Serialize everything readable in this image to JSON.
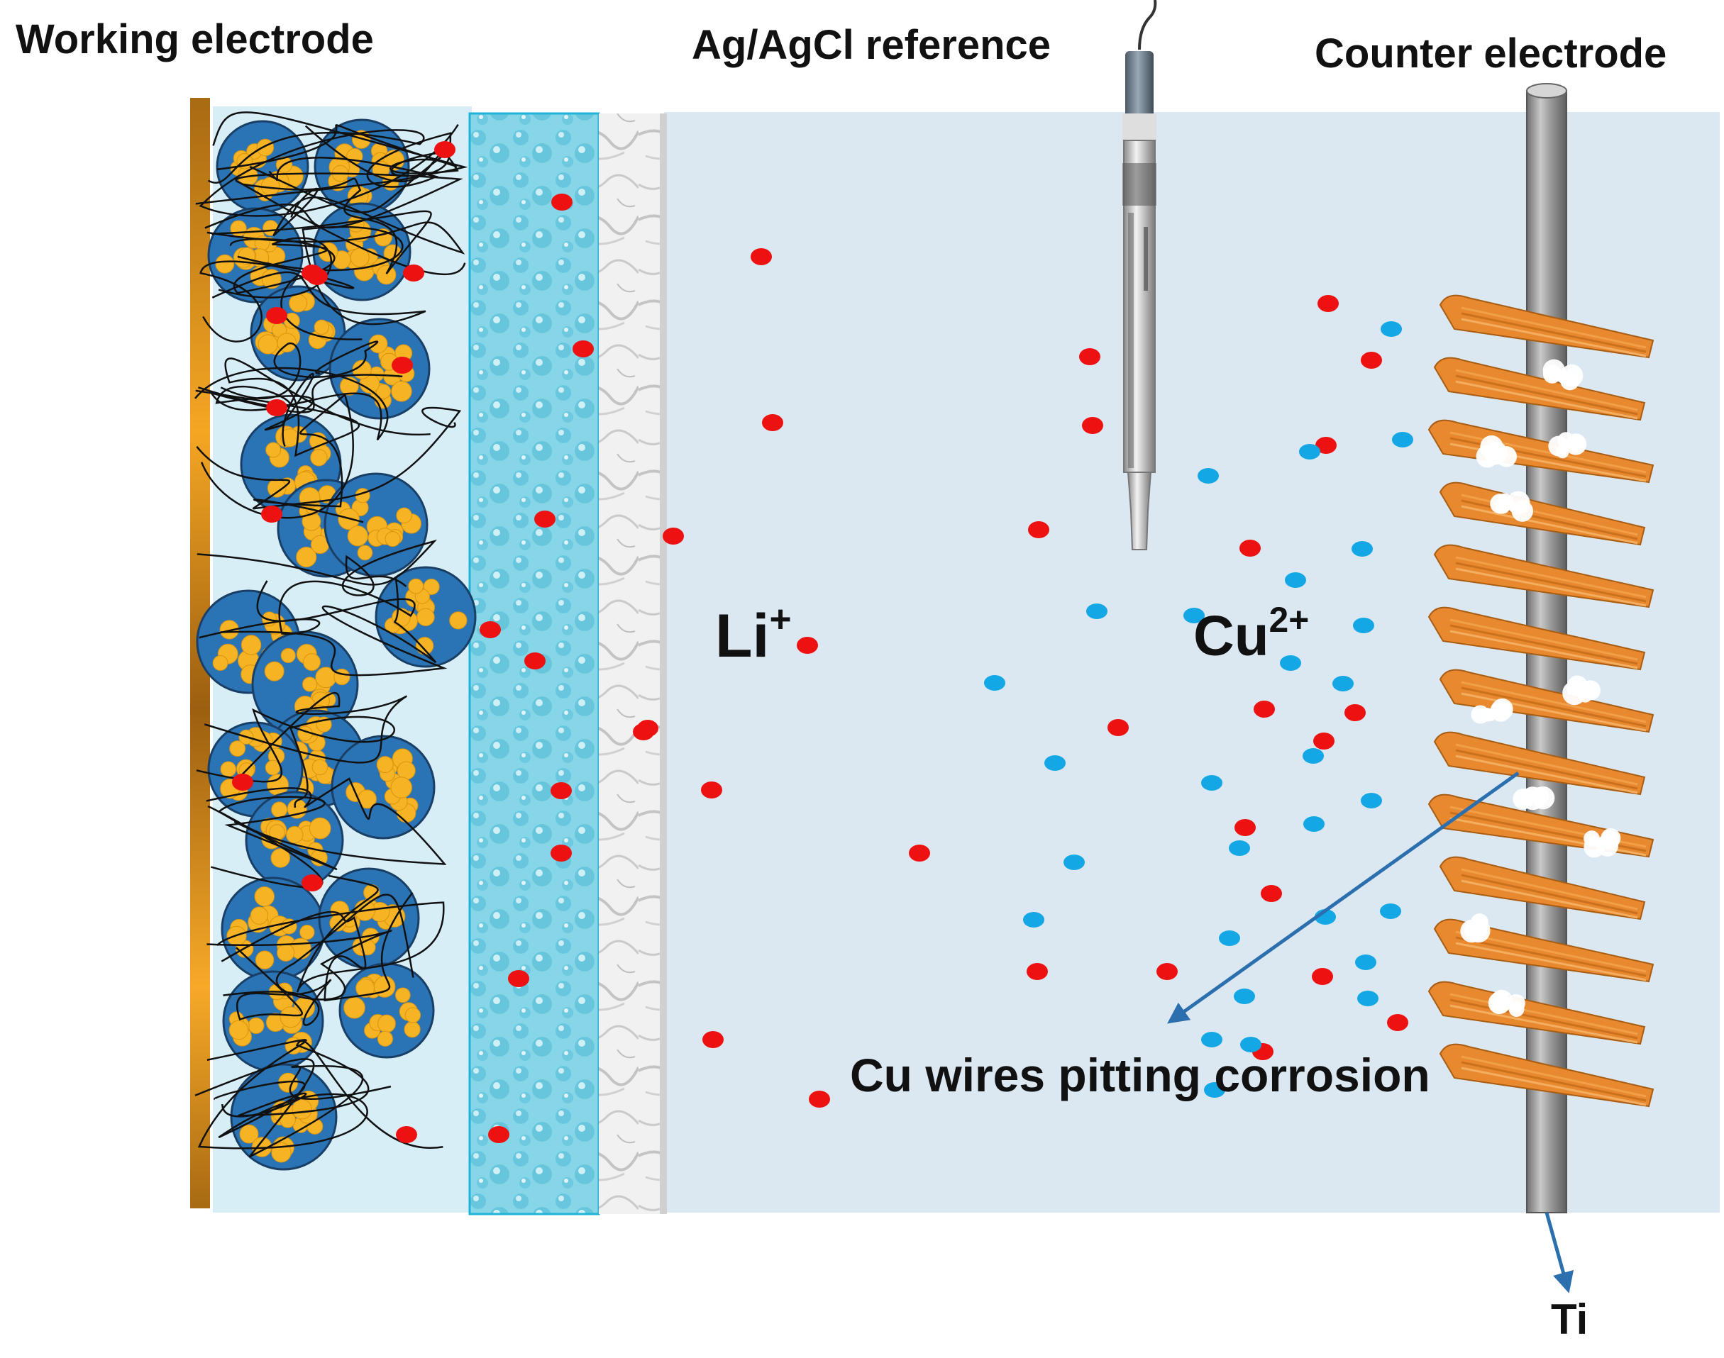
{
  "labels": {
    "working_electrode": "Working electrode",
    "reference": "Ag/AgCl reference",
    "counter_electrode": "Counter electrode",
    "li_ion_base": "Li",
    "li_ion_charge": "+",
    "cu_ion_base": "Cu",
    "cu_ion_charge": "2+",
    "corrosion": "Cu wires pitting corrosion",
    "ti": "Ti"
  },
  "colors": {
    "li_ion": "#ee1111",
    "cu_ion": "#14a7e6",
    "cathode_particle_shell": "#2a74b5",
    "cathode_particle_core": "#f6b324",
    "current_collector": "#c98b1c",
    "separator": "#7fd3e6",
    "electrolyte": "#dbe7f1",
    "copper_wire": "#e8892f",
    "arrow": "#2b6fae"
  }
}
